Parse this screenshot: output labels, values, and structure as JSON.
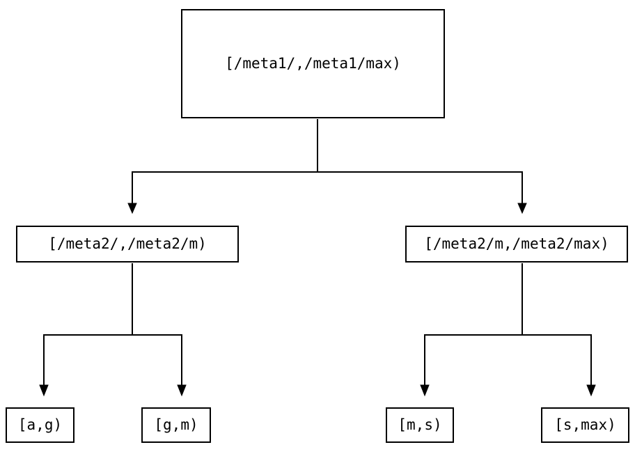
{
  "diagram": {
    "type": "tree",
    "description": "Key-range partition tree",
    "nodes": {
      "root": {
        "label": "[/meta1/,/meta1/max)"
      },
      "left_mid": {
        "label": "[/meta2/,/meta2/m)"
      },
      "right_mid": {
        "label": "[/meta2/m,/meta2/max)"
      },
      "leaf_ag": {
        "label": "[a,g)"
      },
      "leaf_gm": {
        "label": "[g,m)"
      },
      "leaf_ms": {
        "label": "[m,s)"
      },
      "leaf_smax": {
        "label": "[s,max)"
      }
    },
    "edges": [
      {
        "from": "root",
        "to": "left_mid"
      },
      {
        "from": "root",
        "to": "right_mid"
      },
      {
        "from": "left_mid",
        "to": "leaf_ag"
      },
      {
        "from": "left_mid",
        "to": "leaf_gm"
      },
      {
        "from": "right_mid",
        "to": "leaf_ms"
      },
      {
        "from": "right_mid",
        "to": "leaf_smax"
      }
    ],
    "colors": {
      "line": "#000000",
      "box_border": "#000000",
      "text": "#000000",
      "background": "#ffffff"
    }
  }
}
